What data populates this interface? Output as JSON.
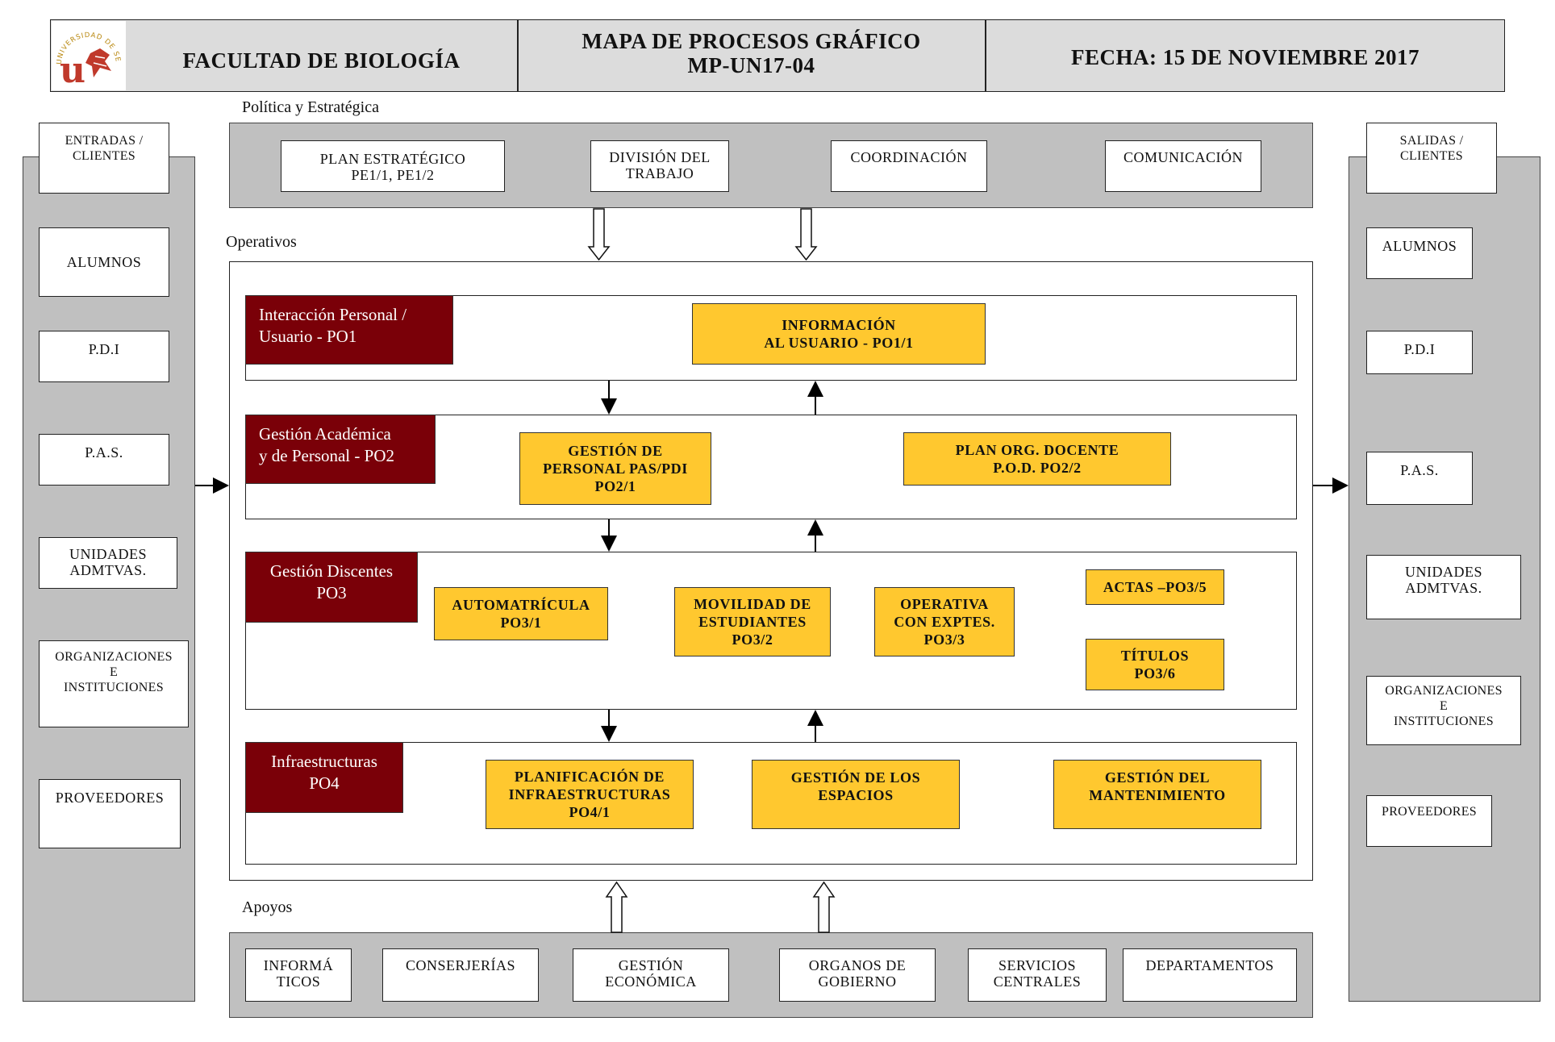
{
  "header": {
    "logo_text": "UNIVERSIDAD DE SEVILLA",
    "faculty": "FACULTAD DE BIOLOGÍA",
    "map_title": "MAPA DE PROCESOS GRÁFICO",
    "map_code": "MP-UN17-04",
    "date": "FECHA:  15 DE NOVIEMBRE 2017"
  },
  "sections": {
    "politica": "Política y Estratégica",
    "operativos": "Operativos",
    "apoyos": "Apoyos"
  },
  "entradas": {
    "title": "ENTRADAS /\nCLIENTES",
    "items": [
      "ALUMNOS",
      "P.D.I",
      "P.A.S.",
      "UNIDADES\nADMTVAS.",
      "ORGANIZACIONES\nE\nINSTITUCIONES",
      "PROVEEDORES"
    ]
  },
  "salidas": {
    "title": "SALIDAS /\nCLIENTES",
    "items": [
      "ALUMNOS",
      "P.D.I",
      "P.A.S.",
      "UNIDADES\nADMTVAS.",
      "ORGANIZACIONES\nE\nINSTITUCIONES",
      "PROVEEDORES"
    ]
  },
  "estrategicos": [
    "PLAN ESTRATÉGICO\nPE1/1, PE1/2",
    "DIVISIÓN DEL\nTRABAJO",
    "COORDINACIÓN",
    "COMUNICACIÓN"
  ],
  "operativos": {
    "po1": {
      "title": "Interacción Personal /\nUsuario   -   PO1",
      "processes": [
        "INFORMACIÓN\nAL USUARIO -  PO1/1"
      ]
    },
    "po2": {
      "title": "Gestión Académica\ny de Personal -  PO2",
      "processes": [
        "GESTIÓN DE\nPERSONAL  PAS/PDI\nPO2/1",
        "PLAN ORG. DOCENTE\nP.O.D. PO2/2"
      ]
    },
    "po3": {
      "title": "Gestión Discentes\nPO3",
      "processes": [
        "AUTOMATRÍCULA\nPO3/1",
        "MOVILIDAD DE\nESTUDIANTES\nPO3/2",
        "OPERATIVA\nCON EXPTES.\nPO3/3",
        "ACTAS –PO3/5",
        "TÍTULOS\nPO3/6"
      ]
    },
    "po4": {
      "title": "Infraestructuras\nPO4",
      "processes": [
        "PLANIFICACIÓN DE\nINFRAESTRUCTURAS\nPO4/1",
        "GESTIÓN DE LOS\nESPACIOS",
        "GESTIÓN DEL\nMANTENIMIENTO"
      ]
    }
  },
  "apoyos": [
    "INFORMÁ\nTICOS",
    "CONSERJERÍAS",
    "GESTIÓN\nECONÓMICA",
    "ORGANOS DE\nGOBIERNO",
    "SERVICIOS\nCENTRALES",
    "DEPARTAMENTOS"
  ],
  "colors": {
    "maroon": "#7a0008",
    "yellow": "#ffc82f",
    "grey": "#c0c0c0",
    "header_grey": "#dcdcdc"
  }
}
